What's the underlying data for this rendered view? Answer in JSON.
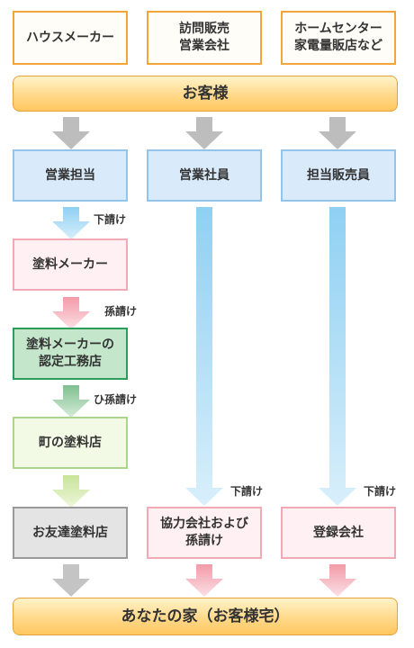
{
  "sources": [
    "ハウスメーカー",
    "訪問販売\n営業会社",
    "ホームセンター\n家電量販店など"
  ],
  "customer_band": "お客様",
  "contacts": [
    "営業担当",
    "営業社員",
    "担当販売員"
  ],
  "chain_left": [
    "塗料メーカー",
    "塗料メーカーの\n認定工務店",
    "町の塗料店",
    "お友達塗料店"
  ],
  "subcontractors_middle": "協力会社および\n孫請け",
  "subcontractors_right": "登録会社",
  "relations": {
    "sub1": "下請け",
    "sub2": "孫請け",
    "sub3": "ひ孫請け",
    "sub_mid": "下請け",
    "sub_right": "下請け"
  },
  "destination": "あなたの家（お客様宅）",
  "colors": {
    "orange": "#f3a53a",
    "blue": "#93c4ea",
    "pink": "#f1a9b6",
    "green": "#2e9d59",
    "gray": "#9a9a9a"
  }
}
